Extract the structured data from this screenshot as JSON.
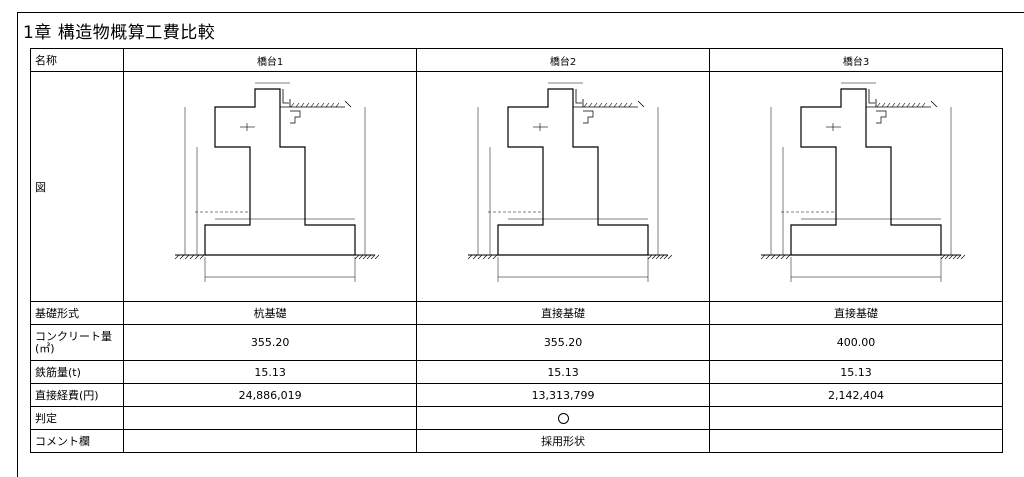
{
  "title": "1章 構造物概算工費比較",
  "rows": {
    "name_label": "名称",
    "figure_label": "図",
    "foundation_label": "基礎形式",
    "concrete_label": "コンクリート量\n(㎥)",
    "rebar_label": "鉄筋量(t)",
    "cost_label": "直接経費(円)",
    "judge_label": "判定",
    "comment_label": "コメント欄"
  },
  "options": [
    {
      "name": "橋台1",
      "foundation": "杭基礎",
      "concrete": "355.20",
      "rebar": "15.13",
      "cost": "24,886,019",
      "judge": "",
      "comment": ""
    },
    {
      "name": "橋台2",
      "foundation": "直接基礎",
      "concrete": "355.20",
      "rebar": "15.13",
      "cost": "13,313,799",
      "judge": "○",
      "comment": "採用形状"
    },
    {
      "name": "橋台3",
      "foundation": "直接基礎",
      "concrete": "400.00",
      "rebar": "15.13",
      "cost": "2,142,404",
      "judge": "",
      "comment": ""
    }
  ]
}
